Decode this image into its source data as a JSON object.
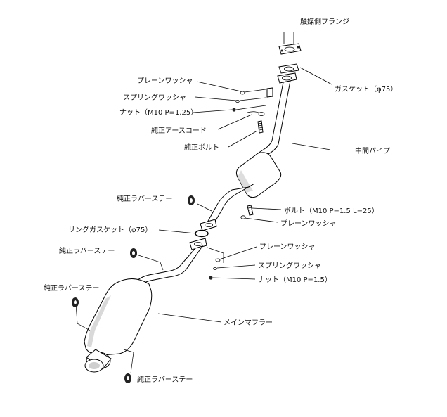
{
  "labels": {
    "catalyst_flange": "触媒側フランジ",
    "gasket_top": "ガスケット（φ75）",
    "plain_washer_1": "プレーンワッシャ",
    "spring_washer_1": "スプリングワッシャ",
    "nut_1": "ナット（M10 P=1.25）",
    "ground_cord": "純正アースコード",
    "genuine_bolt": "純正ボルト",
    "center_pipe": "中間パイプ",
    "rubber_stay_1": "純正ラバーステー",
    "bolt_2": "ボルト（M10 P=1.5 L=25）",
    "plain_washer_2": "プレーンワッシャ",
    "ring_gasket": "リングガスケット（φ75）",
    "rubber_stay_2": "純正ラバーステー",
    "plain_washer_3": "プレーンワッシャ",
    "spring_washer_3": "スプリングワッシャ",
    "rubber_stay_3": "純正ラバーステー",
    "nut_3": "ナット（M10 P=1.5）",
    "main_muffler": "メインマフラー",
    "rubber_stay_4": "純正ラバーステー"
  }
}
